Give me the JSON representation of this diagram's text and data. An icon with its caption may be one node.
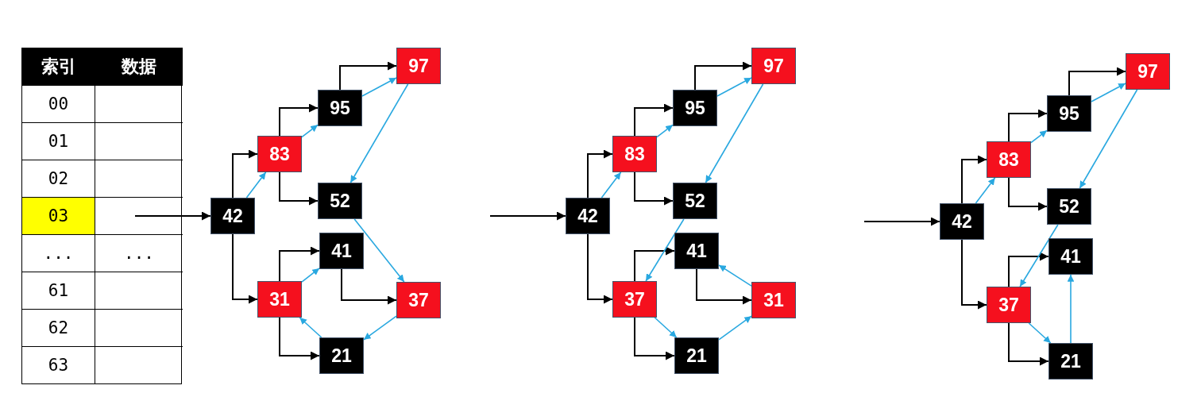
{
  "diagram": {
    "nodes": [
      {
        "text": [
          "42"
        ]
      },
      {
        "text": [
          "83"
        ]
      },
      {
        "text": [
          "95"
        ]
      },
      {
        "text": [
          "97"
        ]
      },
      {
        "text": [
          "52"
        ]
      },
      {
        "text": [
          "31"
        ]
      },
      {
        "text": [
          "41"
        ]
      },
      {
        "text": [
          "21"
        ]
      },
      {
        "text": [
          "37"
        ]
      },
      {
        "text": [
          "42"
        ]
      },
      {
        "text": [
          "83"
        ]
      },
      {
        "text": [
          "95"
        ]
      },
      {
        "text": [
          "97"
        ]
      },
      {
        "text": [
          "52"
        ]
      },
      {
        "text": [
          "37"
        ]
      },
      {
        "text": [
          "41"
        ]
      },
      {
        "text": [
          "21"
        ]
      },
      {
        "text": [
          "31"
        ]
      },
      {
        "text": [
          "42"
        ]
      },
      {
        "text": [
          "83"
        ]
      },
      {
        "text": [
          "95"
        ]
      },
      {
        "text": [
          "97"
        ]
      },
      {
        "text": [
          "52"
        ]
      },
      {
        "text": [
          "37"
        ]
      },
      {
        "text": [
          "41"
        ]
      },
      {
        "text": [
          "21"
        ]
      }
    ],
    "edges": [
      {
        "from": null,
        "to": 0,
        "arrow": "to"
      },
      {
        "from": 0,
        "to": 1,
        "arrow": "to"
      },
      {
        "from": 0,
        "to": 5,
        "arrow": "to"
      },
      {
        "from": 1,
        "to": 2,
        "arrow": "to"
      },
      {
        "from": 1,
        "to": 4,
        "arrow": "to"
      },
      {
        "from": 2,
        "to": 3,
        "arrow": "to"
      },
      {
        "from": 5,
        "to": 6,
        "arrow": "to"
      },
      {
        "from": 5,
        "to": 7,
        "arrow": "to"
      },
      {
        "from": 6,
        "to": 8,
        "arrow": "to"
      },
      {
        "from": 0,
        "to": 1,
        "arrow": "to",
        "color": "#29a8e0"
      },
      {
        "from": 1,
        "to": 2,
        "arrow": "to",
        "color": "#29a8e0"
      },
      {
        "from": 2,
        "to": 3,
        "arrow": "to",
        "color": "#29a8e0"
      },
      {
        "from": 3,
        "to": 4,
        "arrow": "to",
        "color": "#29a8e0"
      },
      {
        "from": 4,
        "to": 8,
        "arrow": "to",
        "color": "#29a8e0"
      },
      {
        "from": 8,
        "to": 7,
        "arrow": "to",
        "color": "#29a8e0"
      },
      {
        "from": 7,
        "to": 5,
        "arrow": "to",
        "color": "#29a8e0"
      },
      {
        "from": 5,
        "to": 6,
        "arrow": "to",
        "color": "#29a8e0"
      },
      {
        "from": null,
        "to": 9,
        "arrow": "to"
      },
      {
        "from": 9,
        "to": 10,
        "arrow": "to"
      },
      {
        "from": 9,
        "to": 14,
        "arrow": "to"
      },
      {
        "from": 10,
        "to": 11,
        "arrow": "to"
      },
      {
        "from": 10,
        "to": 13,
        "arrow": "to"
      },
      {
        "from": 11,
        "to": 12,
        "arrow": "to"
      },
      {
        "from": 14,
        "to": 15,
        "arrow": "to"
      },
      {
        "from": 14,
        "to": 16,
        "arrow": "to"
      },
      {
        "from": 15,
        "to": 17,
        "arrow": "to"
      },
      {
        "from": 9,
        "to": 10,
        "arrow": "to",
        "color": "#29a8e0"
      },
      {
        "from": 10,
        "to": 11,
        "arrow": "to",
        "color": "#29a8e0"
      },
      {
        "from": 11,
        "to": 12,
        "arrow": "to",
        "color": "#29a8e0"
      },
      {
        "from": 12,
        "to": 13,
        "arrow": "to",
        "color": "#29a8e0"
      },
      {
        "from": 13,
        "to": 14,
        "arrow": "to",
        "color": "#29a8e0"
      },
      {
        "from": 14,
        "to": 16,
        "arrow": "to",
        "color": "#29a8e0"
      },
      {
        "from": 16,
        "to": 17,
        "arrow": "to",
        "color": "#29a8e0"
      },
      {
        "from": 17,
        "to": 15,
        "arrow": "to",
        "color": "#29a8e0"
      },
      {
        "from": null,
        "to": 18,
        "arrow": "to"
      },
      {
        "from": 18,
        "to": 19,
        "arrow": "to"
      },
      {
        "from": 18,
        "to": 23,
        "arrow": "to"
      },
      {
        "from": 19,
        "to": 20,
        "arrow": "to"
      },
      {
        "from": 19,
        "to": 22,
        "arrow": "to"
      },
      {
        "from": 20,
        "to": 21,
        "arrow": "to"
      },
      {
        "from": 23,
        "to": 24,
        "arrow": "to"
      },
      {
        "from": 23,
        "to": 25,
        "arrow": "to"
      },
      {
        "from": 18,
        "to": 19,
        "arrow": "to",
        "color": "#29a8e0"
      },
      {
        "from": 19,
        "to": 20,
        "arrow": "to",
        "color": "#29a8e0"
      },
      {
        "from": 20,
        "to": 21,
        "arrow": "to",
        "color": "#29a8e0"
      },
      {
        "from": 21,
        "to": 22,
        "arrow": "to",
        "color": "#29a8e0"
      },
      {
        "from": 22,
        "to": 23,
        "arrow": "to",
        "color": "#29a8e0"
      },
      {
        "from": 23,
        "to": 25,
        "arrow": "to",
        "color": "#29a8e0"
      },
      {
        "from": 25,
        "to": 24,
        "arrow": "to",
        "color": "#29a8e0"
      }
    ],
    "labels": [
      "索引",
      "数据",
      "00",
      "01",
      "02",
      "03",
      "...",
      "...",
      "61",
      "62",
      "63"
    ]
  }
}
